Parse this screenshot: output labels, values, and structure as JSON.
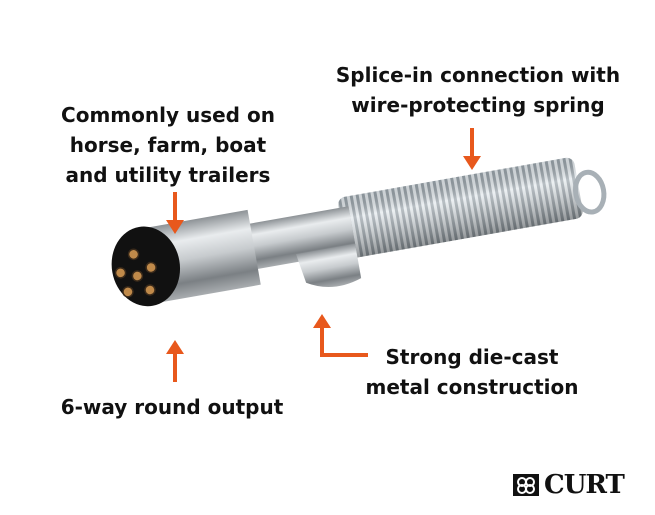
{
  "callouts": {
    "spring": [
      "Splice-in connection with",
      "wire-protecting spring"
    ],
    "usage": [
      "Commonly used on",
      "horse, farm, boat",
      "and utility trailers"
    ],
    "diecast": [
      "Strong die-cast",
      "metal construction"
    ],
    "output": [
      "6-way round output"
    ]
  },
  "brand": {
    "name": "CURT",
    "icon": "curt-logo-icon"
  },
  "colors": {
    "arrow": "#e8581c",
    "text": "#111111",
    "background": "#ffffff"
  }
}
